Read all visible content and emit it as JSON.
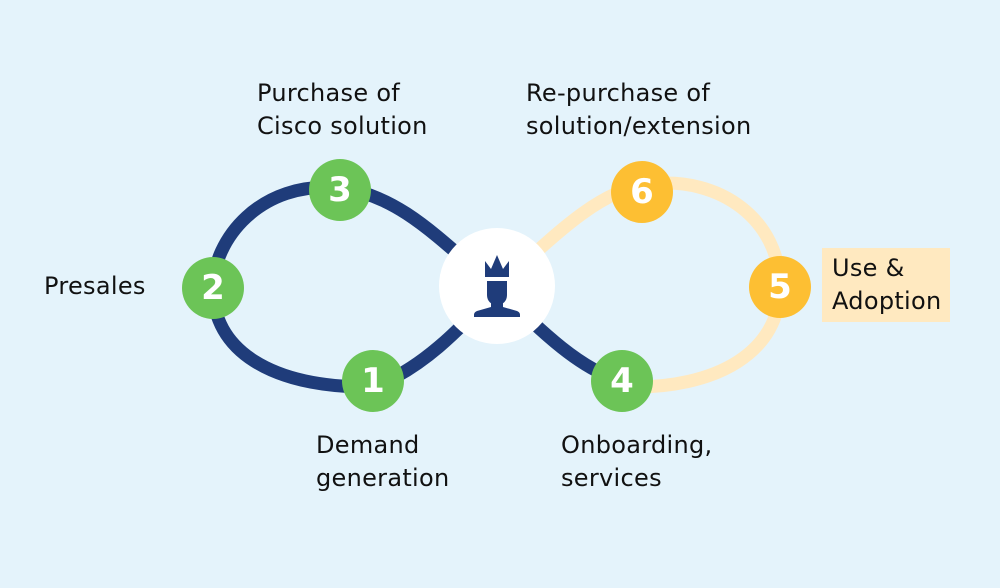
{
  "diagram": {
    "colors": {
      "background": "#e4f3fb",
      "dark_path": "#1f3c7a",
      "light_path": "#ffe9c0",
      "green_node": "#6cc457",
      "yellow_node": "#fdbf33",
      "highlight_bg": "#ffe9c0"
    },
    "center_icon": "customer-king-icon",
    "steps": [
      {
        "number": "1",
        "lines": [
          "Demand",
          "generation"
        ],
        "color": "green"
      },
      {
        "number": "2",
        "lines": [
          "Presales"
        ],
        "color": "green"
      },
      {
        "number": "3",
        "lines": [
          "Purchase of",
          "Cisco solution"
        ],
        "color": "green"
      },
      {
        "number": "4",
        "lines": [
          "Onboarding,",
          "services"
        ],
        "color": "green"
      },
      {
        "number": "5",
        "lines": [
          "Use &",
          "Adoption"
        ],
        "color": "yellow",
        "highlighted": true
      },
      {
        "number": "6",
        "lines": [
          "Re-purchase of",
          "solution/extension"
        ],
        "color": "yellow"
      }
    ]
  }
}
